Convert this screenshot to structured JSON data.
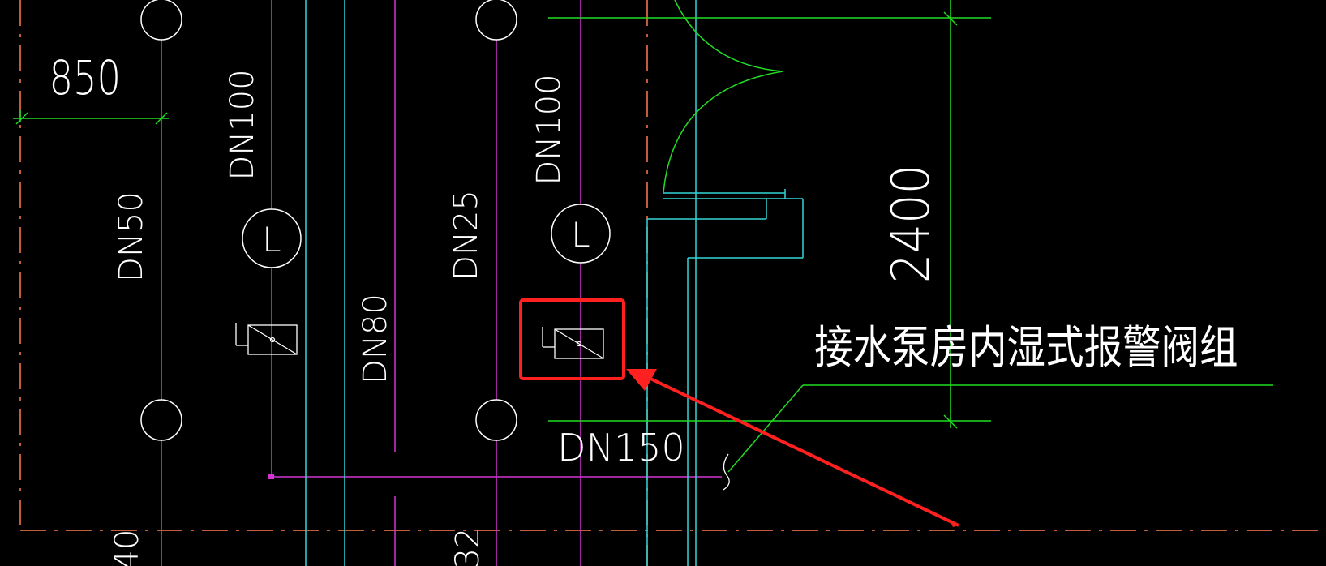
{
  "drawing": {
    "background": "#000000",
    "colors": {
      "magenta": "#d233d2",
      "cyan": "#33d6d6",
      "green": "#22dd22",
      "white": "#ffffff",
      "red": "#ff2020",
      "dash_orange": "#ff7a4d"
    },
    "dimensions": {
      "width_850": "850",
      "height_2400": "2400"
    },
    "pipe_labels": {
      "dn50": "DN50",
      "dn100_left": "DN100",
      "dn80": "DN80",
      "dn25": "DN25",
      "dn100_right": "DN100",
      "dn150": "DN150",
      "partial_40": "40",
      "partial_32": "32"
    },
    "annotation": {
      "text": "接水泵房内湿式报警阀组"
    },
    "symbols": {
      "riser_label": "L"
    },
    "highlight": {
      "color": "#ff2020",
      "icon": "wet-alarm-valve-icon"
    }
  }
}
